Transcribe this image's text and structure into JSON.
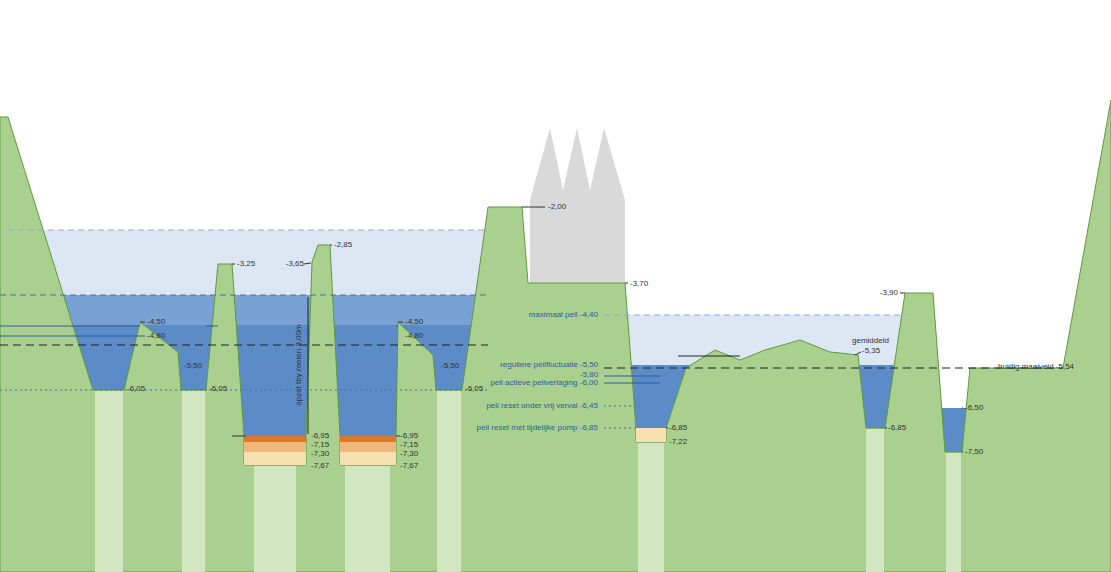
{
  "diagram": {
    "labels": [
      "-2,00",
      "-3,25",
      "-3,65",
      "-2,85",
      "-3,70",
      "-3,90",
      "-4,50",
      "-4,80",
      "-5,50",
      "-6,05",
      "-6,05",
      "opzet tby roeien 3,00m",
      "-6,95",
      "-7,15",
      "-7,30",
      "-7,67",
      "-6,95",
      "-7,15",
      "-7,30",
      "-7,67",
      "-4,50",
      "-4,80",
      "-5,50",
      "-6,05",
      "maximaal peil -4,40",
      "reguliere peilfluctuatie",
      "-5,50",
      "-5,80",
      "peil actieve peilverlaging -6,00",
      "peil reset onder vrij verval -6,45",
      "peil reset met tijdelijke pomp -6,85",
      "-6,85",
      "-7,22",
      "gemiddeld",
      "-5,35",
      "-6,85",
      "-6,50",
      "-7,50",
      "huidig maaiveld -5,54"
    ]
  }
}
